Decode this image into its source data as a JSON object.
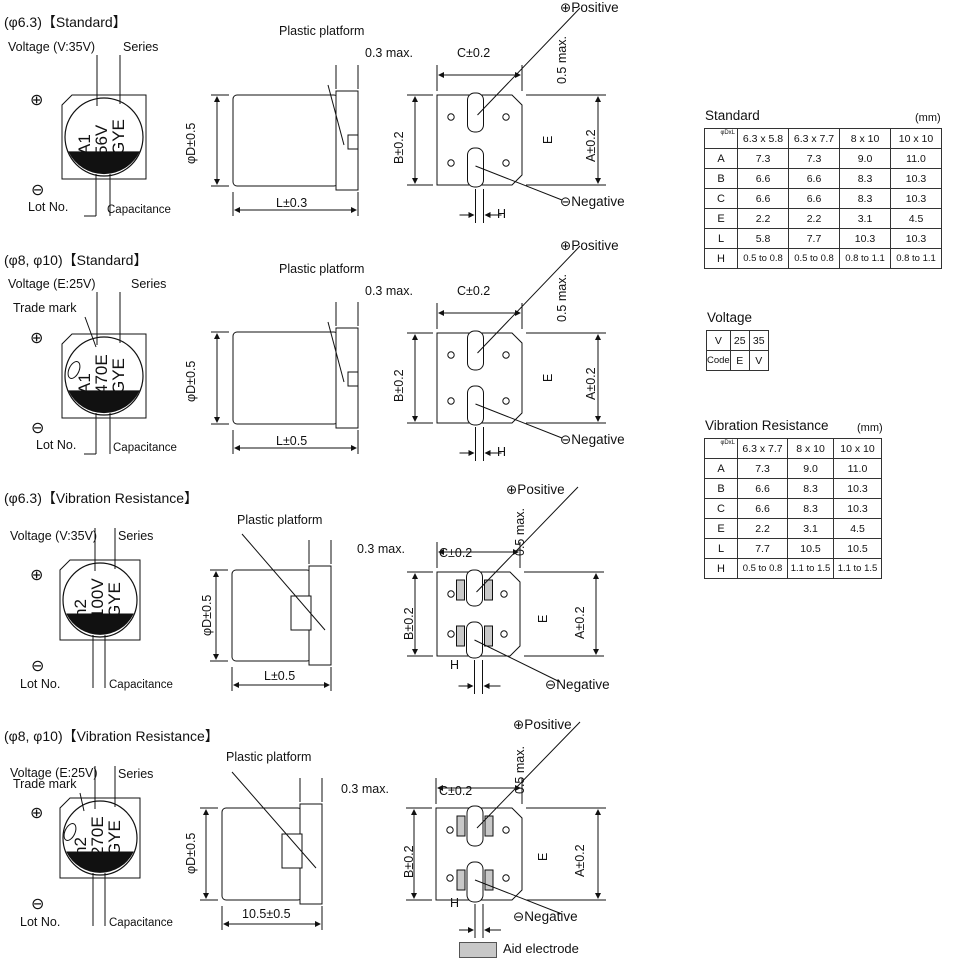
{
  "sections": [
    {
      "title": "(φ6.3)【Standard】",
      "top_view": {
        "voltage_label": "Voltage (V:35V)",
        "series_label": "Series",
        "trade_mark_label": "",
        "lot_label": "Lot No.",
        "capacitance_label": "Capacitance",
        "marking": [
          "A1",
          "56V",
          "GYE"
        ]
      },
      "side_view": {
        "platform_label": "Plastic platform",
        "max_label": "0.3 max.",
        "diameter_label": "φD±0.5",
        "length_label": "L±0.3"
      },
      "bottom_view": {
        "positive_label": "⊕Positive",
        "negative_label": "⊖Negative",
        "c_label": "C±0.2",
        "max_label": "0.5 max.",
        "b_label": "B±0.2",
        "a_label": "A±0.2",
        "e_label": "E",
        "h_label": "H"
      }
    },
    {
      "title": "(φ8, φ10)【Standard】",
      "top_view": {
        "voltage_label": "Voltage (E:25V)",
        "series_label": "Series",
        "trade_mark_label": "Trade mark",
        "lot_label": "Lot No.",
        "capacitance_label": "Capacitance",
        "marking": [
          "A1",
          "470E",
          "GYE"
        ]
      },
      "side_view": {
        "platform_label": "Plastic platform",
        "max_label": "0.3 max.",
        "diameter_label": "φD±0.5",
        "length_label": "L±0.5"
      },
      "bottom_view": {
        "positive_label": "⊕Positive",
        "negative_label": "⊖Negative",
        "c_label": "C±0.2",
        "max_label": "0.5 max.",
        "b_label": "B±0.2",
        "a_label": "A±0.2",
        "e_label": "E",
        "h_label": "H"
      }
    },
    {
      "title": "(φ6.3)【Vibration Resistance】",
      "top_view": {
        "voltage_label": "Voltage (V:35V)",
        "series_label": "Series",
        "trade_mark_label": "",
        "lot_label": "Lot No.",
        "capacitance_label": "Capacitance",
        "marking": [
          "n2",
          "100V",
          "GYE"
        ]
      },
      "side_view": {
        "platform_label": "Plastic platform",
        "max_label": "0.3 max.",
        "diameter_label": "φD±0.5",
        "length_label": "L±0.5"
      },
      "bottom_view": {
        "positive_label": "⊕Positive",
        "negative_label": "⊖Negative",
        "c_label": "C±0.2",
        "max_label": "0.5 max.",
        "b_label": "B±0.2",
        "a_label": "A±0.2",
        "e_label": "E",
        "h_label": "H"
      }
    },
    {
      "title": "(φ8, φ10)【Vibration Resistance】",
      "top_view": {
        "voltage_label": "Voltage (E:25V)",
        "series_label": "Series",
        "trade_mark_label": "Trade mark",
        "lot_label": "Lot No.",
        "capacitance_label": "Capacitance",
        "marking": [
          "n2",
          "270E",
          "GYE"
        ]
      },
      "side_view": {
        "platform_label": "Plastic platform",
        "max_label": "0.3 max.",
        "diameter_label": "φD±0.5",
        "length_label": "10.5±0.5"
      },
      "bottom_view": {
        "positive_label": "⊕Positive",
        "negative_label": "⊖Negative",
        "c_label": "C±0.2",
        "max_label": "0.5 max.",
        "b_label": "B±0.2",
        "a_label": "A±0.2",
        "e_label": "E",
        "h_label": "H"
      }
    }
  ],
  "symbols": {
    "plus": "⊕",
    "minus": "⊖"
  },
  "aid_electrode_label": "Aid electrode",
  "standard_table": {
    "title": "Standard",
    "unit": "(mm)",
    "corner": "φDxL",
    "columns": [
      "6.3 x 5.8",
      "6.3 x 7.7",
      "8 x 10",
      "10 x 10"
    ],
    "rows": [
      {
        "label": "A",
        "values": [
          "7.3",
          "7.3",
          "9.0",
          "11.0"
        ]
      },
      {
        "label": "B",
        "values": [
          "6.6",
          "6.6",
          "8.3",
          "10.3"
        ]
      },
      {
        "label": "C",
        "values": [
          "6.6",
          "6.6",
          "8.3",
          "10.3"
        ]
      },
      {
        "label": "E",
        "values": [
          "2.2",
          "2.2",
          "3.1",
          "4.5"
        ]
      },
      {
        "label": "L",
        "values": [
          "5.8",
          "7.7",
          "10.3",
          "10.3"
        ]
      },
      {
        "label": "H",
        "values": [
          "0.5 to 0.8",
          "0.5 to 0.8",
          "0.8 to 1.1",
          "0.8 to 1.1"
        ]
      }
    ]
  },
  "voltage_table": {
    "title": "Voltage",
    "header": [
      "V",
      "25",
      "35"
    ],
    "row": [
      "Code",
      "E",
      "V"
    ]
  },
  "vibration_table": {
    "title": "Vibration Resistance",
    "unit": "(mm)",
    "corner": "φDxL",
    "columns": [
      "6.3 x 7.7",
      "8 x 10",
      "10 x 10"
    ],
    "rows": [
      {
        "label": "A",
        "values": [
          "7.3",
          "9.0",
          "11.0"
        ]
      },
      {
        "label": "B",
        "values": [
          "6.6",
          "8.3",
          "10.3"
        ]
      },
      {
        "label": "C",
        "values": [
          "6.6",
          "8.3",
          "10.3"
        ]
      },
      {
        "label": "E",
        "values": [
          "2.2",
          "3.1",
          "4.5"
        ]
      },
      {
        "label": "L",
        "values": [
          "7.7",
          "10.5",
          "10.5"
        ]
      },
      {
        "label": "H",
        "values": [
          "0.5 to 0.8",
          "1.1 to 1.5",
          "1.1 to 1.5"
        ]
      }
    ]
  }
}
